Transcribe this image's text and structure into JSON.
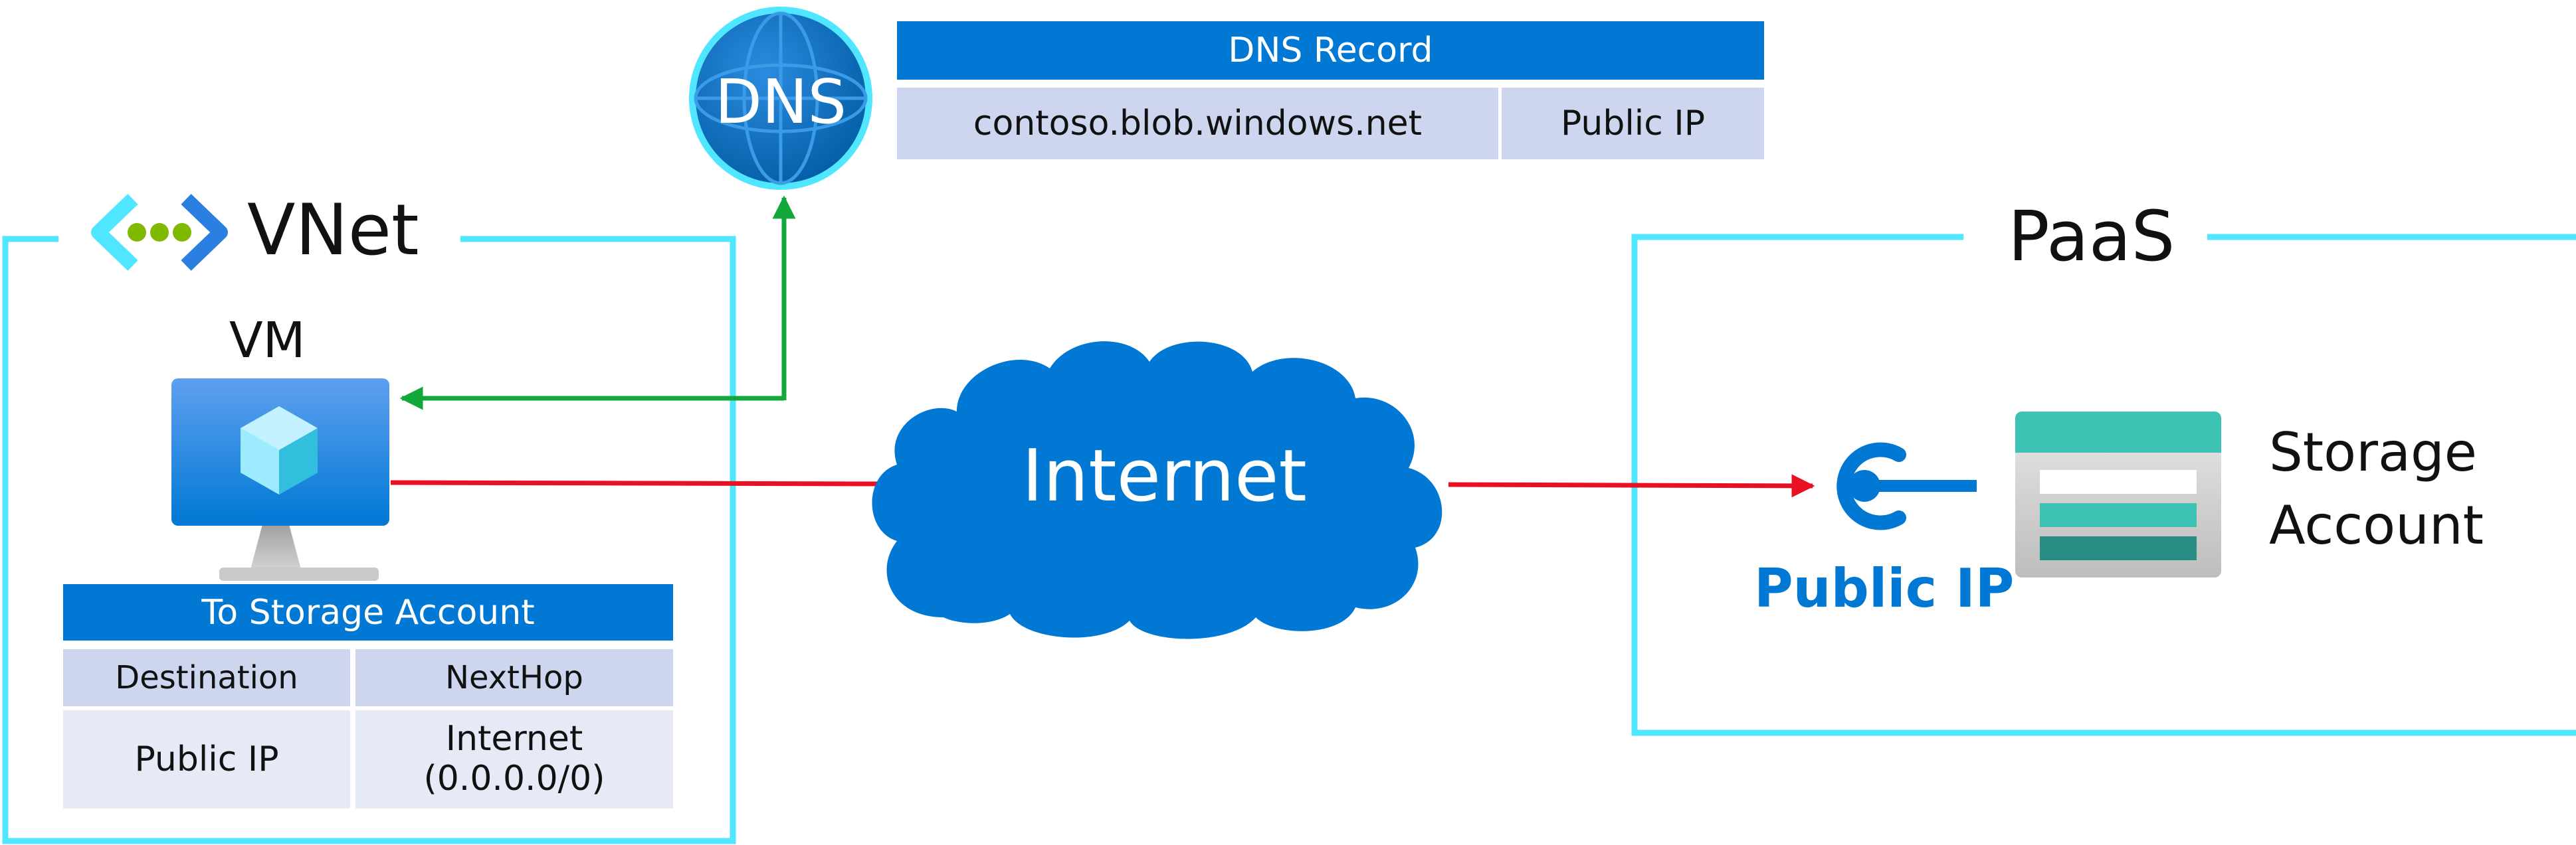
{
  "vnet": {
    "title": "VNet",
    "vm_label": "VM"
  },
  "paas": {
    "title": "PaaS",
    "storage_label_line1": "Storage",
    "storage_label_line2": "Account",
    "public_ip_label": "Public IP"
  },
  "internet": {
    "label": "Internet"
  },
  "dns": {
    "icon_text": "DNS",
    "record_table": {
      "header": "DNS Record",
      "name": "contoso.blob.windows.net",
      "value": "Public IP"
    }
  },
  "route_table": {
    "header": "To Storage Account",
    "col_destination": "Destination",
    "col_nexthop": "NextHop",
    "destination": "Public IP",
    "nexthop": "Internet\n(0.0.0.0/0)"
  },
  "colors": {
    "azure_blue": "#0078d4",
    "cyan_border": "#50e6ff",
    "table_header_lavender": "#cdd6ee",
    "table_cell_pale": "#e6eaf6",
    "dns_arrow_green": "#13a83b",
    "traffic_arrow_red": "#e81123",
    "storage_teal": "#3cc3b4",
    "storage_dark_teal": "#2a8d84"
  },
  "icons": [
    "vnet-icon",
    "dns-globe-icon",
    "vm-monitor-icon",
    "cube-icon",
    "cloud-icon",
    "public-ip-icon",
    "storage-account-icon"
  ]
}
